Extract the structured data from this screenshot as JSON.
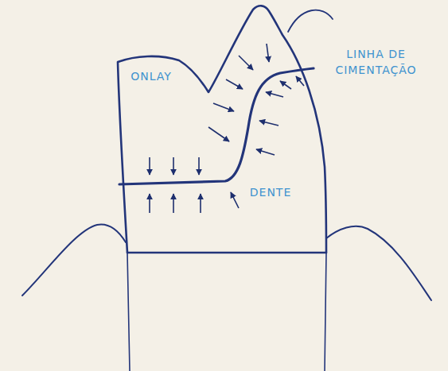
{
  "diagram": {
    "labels": [
      "LINHA DE CIMENTAÇÃO",
      "ONLAY",
      "DENTE"
    ]
  }
}
